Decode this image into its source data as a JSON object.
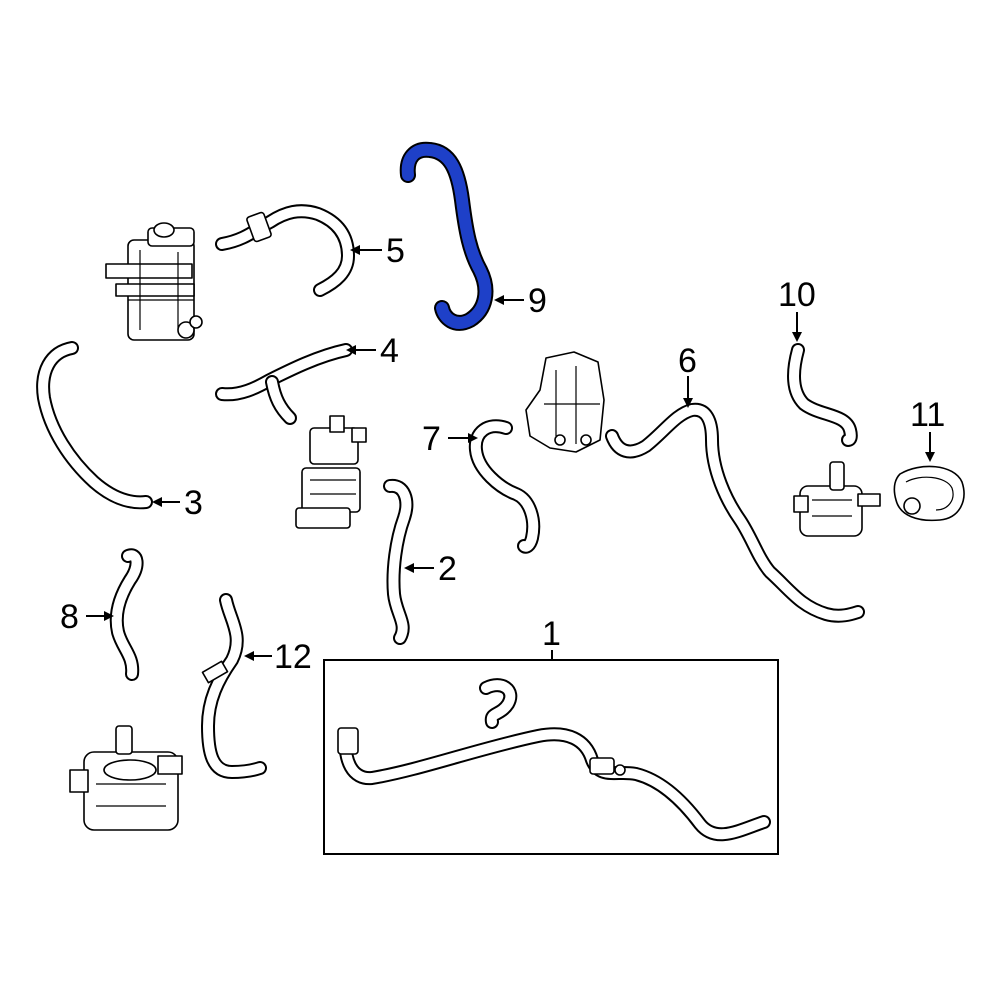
{
  "highlight_color": "#1e40c8",
  "callouts": {
    "part1": "1",
    "part2": "2",
    "part3": "3",
    "part4": "4",
    "part5": "5",
    "part6": "6",
    "part7": "7",
    "part8": "8",
    "part9": "9",
    "part10": "10",
    "part11": "11",
    "part12": "12"
  },
  "highlighted_part": "9"
}
